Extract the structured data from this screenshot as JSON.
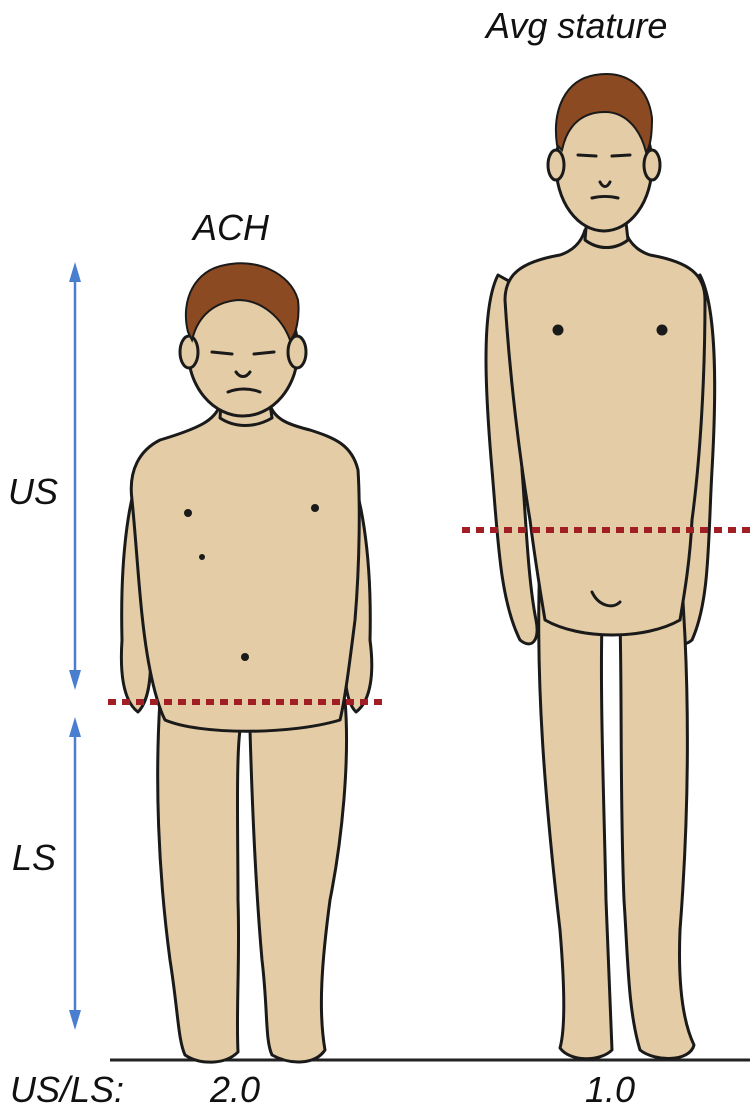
{
  "labels": {
    "child_title": "ACH",
    "adult_title": "Avg stature",
    "upper_segment": "US",
    "lower_segment": "LS",
    "ratio_label": "US/LS:",
    "child_ratio": "2.0",
    "adult_ratio": "1.0"
  },
  "colors": {
    "skin": "#E3CCA6",
    "outline": "#1a1a1a",
    "hair": "#8B4A22",
    "arrow": "#4A7FD0",
    "divider": "#A01E24",
    "ground": "#222222"
  },
  "figures": [
    {
      "name": "ACH",
      "us_ls_ratio": 2.0
    },
    {
      "name": "Avg stature",
      "us_ls_ratio": 1.0
    }
  ]
}
